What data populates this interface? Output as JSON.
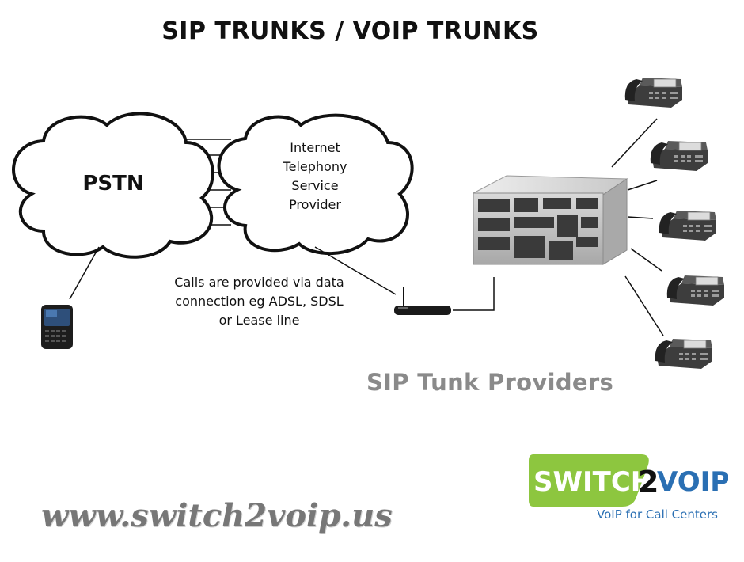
{
  "title": "SIP TRUNKS / VOIP TRUNKS",
  "clouds": {
    "pstn": "PSTN",
    "itsp": [
      "Internet",
      "Telephony",
      "Service",
      "Provider"
    ]
  },
  "note": [
    "Calls are provided via data",
    "connection eg ADSL, SDSL",
    "or Lease line"
  ],
  "providers_label": "SIP Tunk Providers",
  "url": "www.switch2voip.us",
  "logo": {
    "brand_part1": "SWITCH",
    "brand_digit": "2",
    "brand_part2": "VOIP",
    "tagline": "VoIP for Call Centers",
    "green": "#8dc63f",
    "blue": "#2a6fb3"
  },
  "devices": {
    "mobile": "smartphone-icon",
    "router": "router-icon",
    "pbx": "pbx-icon",
    "phones": [
      "desk-phone-icon",
      "desk-phone-icon",
      "desk-phone-icon",
      "desk-phone-icon",
      "desk-phone-icon"
    ]
  }
}
